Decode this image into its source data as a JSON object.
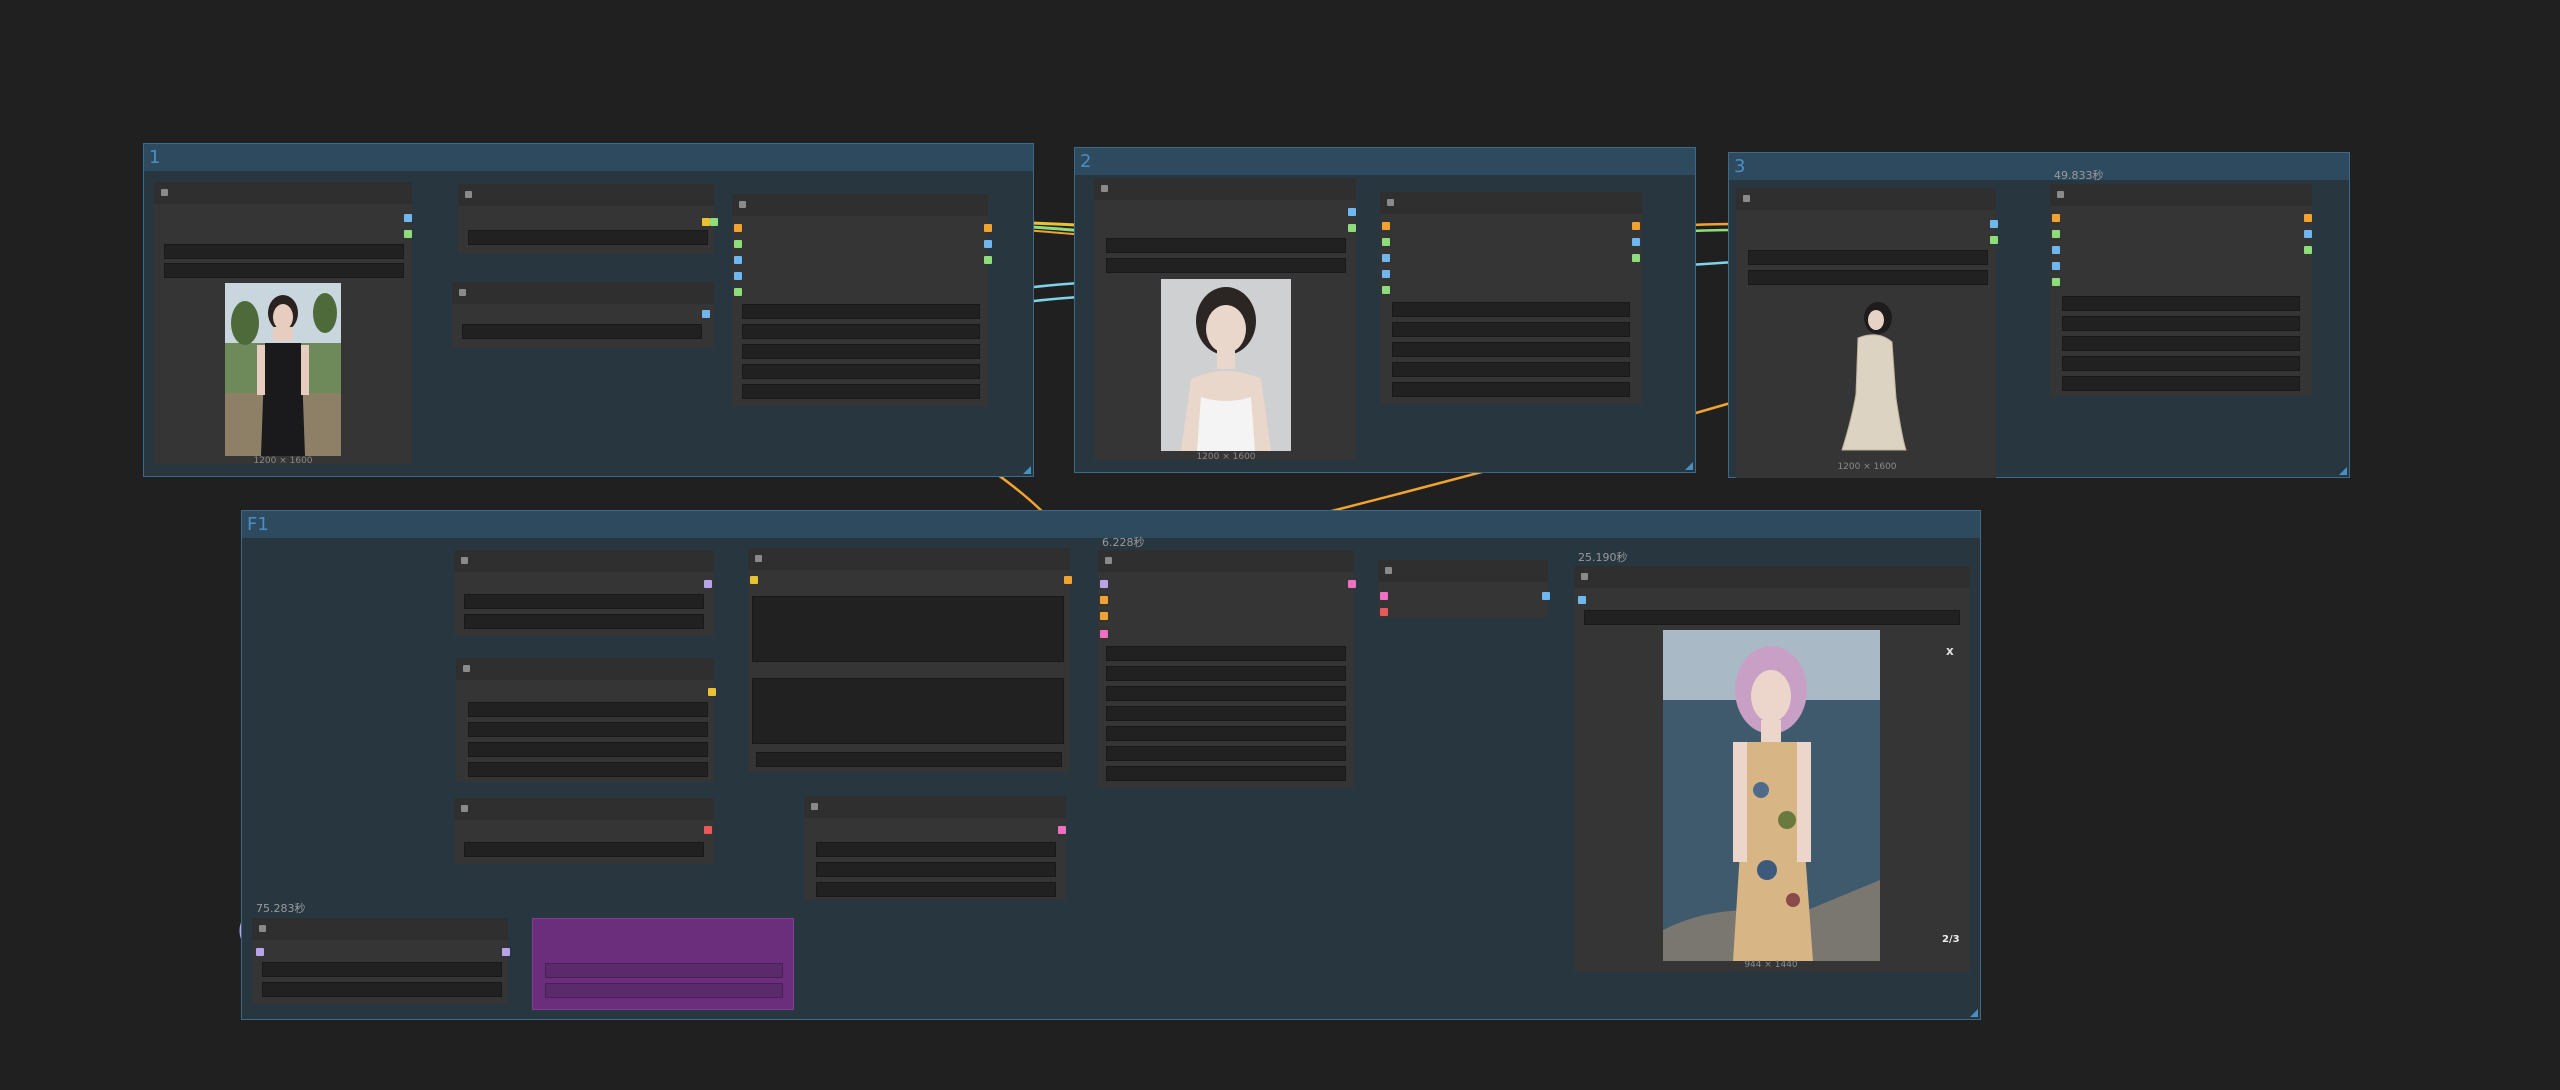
{
  "groups": [
    {
      "id": "g1",
      "title": "1"
    },
    {
      "id": "g2",
      "title": "2"
    },
    {
      "id": "g3",
      "title": "3"
    },
    {
      "id": "gF1",
      "title": "F1"
    }
  ],
  "timers": {
    "g3_sampler": "49.833秒",
    "f1_sampler": "6.228秒",
    "f1_preview": "25.190秒",
    "f1_loader": "75.283秒"
  },
  "image_sizes": {
    "g1": "1200 × 1600",
    "g2": "1200 × 1600",
    "g3": "1200 × 1600",
    "f1": "944 × 1440"
  },
  "preview": {
    "close_label": "x",
    "counter": "2/3"
  },
  "link_colors": {
    "blue": "#6fb7ee",
    "green": "#8fdc7a",
    "yellow": "#e7c235",
    "orange": "#f0a331",
    "pink": "#ef6fc3",
    "lavender": "#b7a3e9",
    "red": "#e85a5a",
    "cyan": "#7fd3e8"
  }
}
